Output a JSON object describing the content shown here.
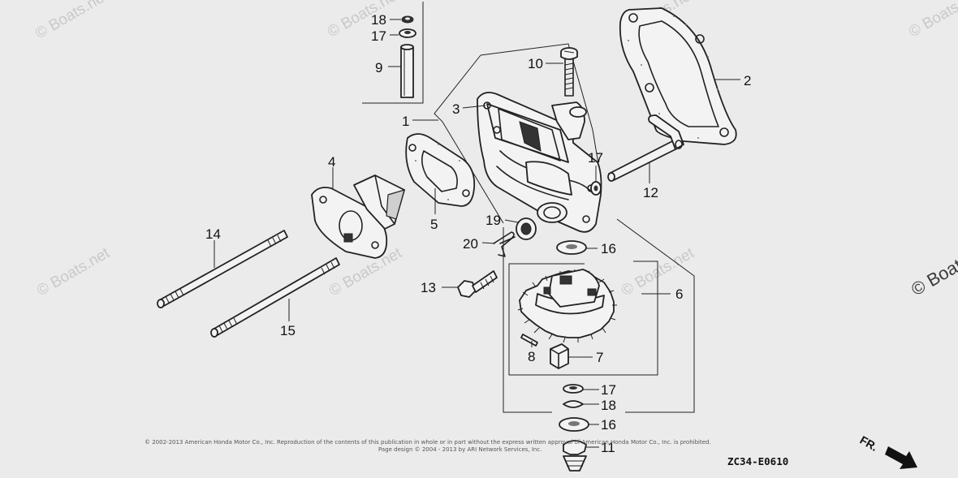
{
  "diagram": {
    "ref_code": "ZC34-E0610",
    "direction_label": "FR.",
    "copyright_lines": [
      "© 2002-2013 American Honda Motor Co., Inc. Reproduction of the contents of this publication in whole or in part without the express written approval of American Honda Motor Co., Inc. is prohibited.",
      "Page design © 2004 - 2013 by ARI Network Services, Inc."
    ],
    "watermark": "© Boats.net",
    "callouts": [
      "18",
      "17",
      "9",
      "10",
      "2",
      "3",
      "1",
      "17",
      "12",
      "4",
      "5",
      "19",
      "20",
      "16",
      "14",
      "13",
      "6",
      "15",
      "8",
      "7",
      "17",
      "18",
      "16",
      "11"
    ]
  }
}
